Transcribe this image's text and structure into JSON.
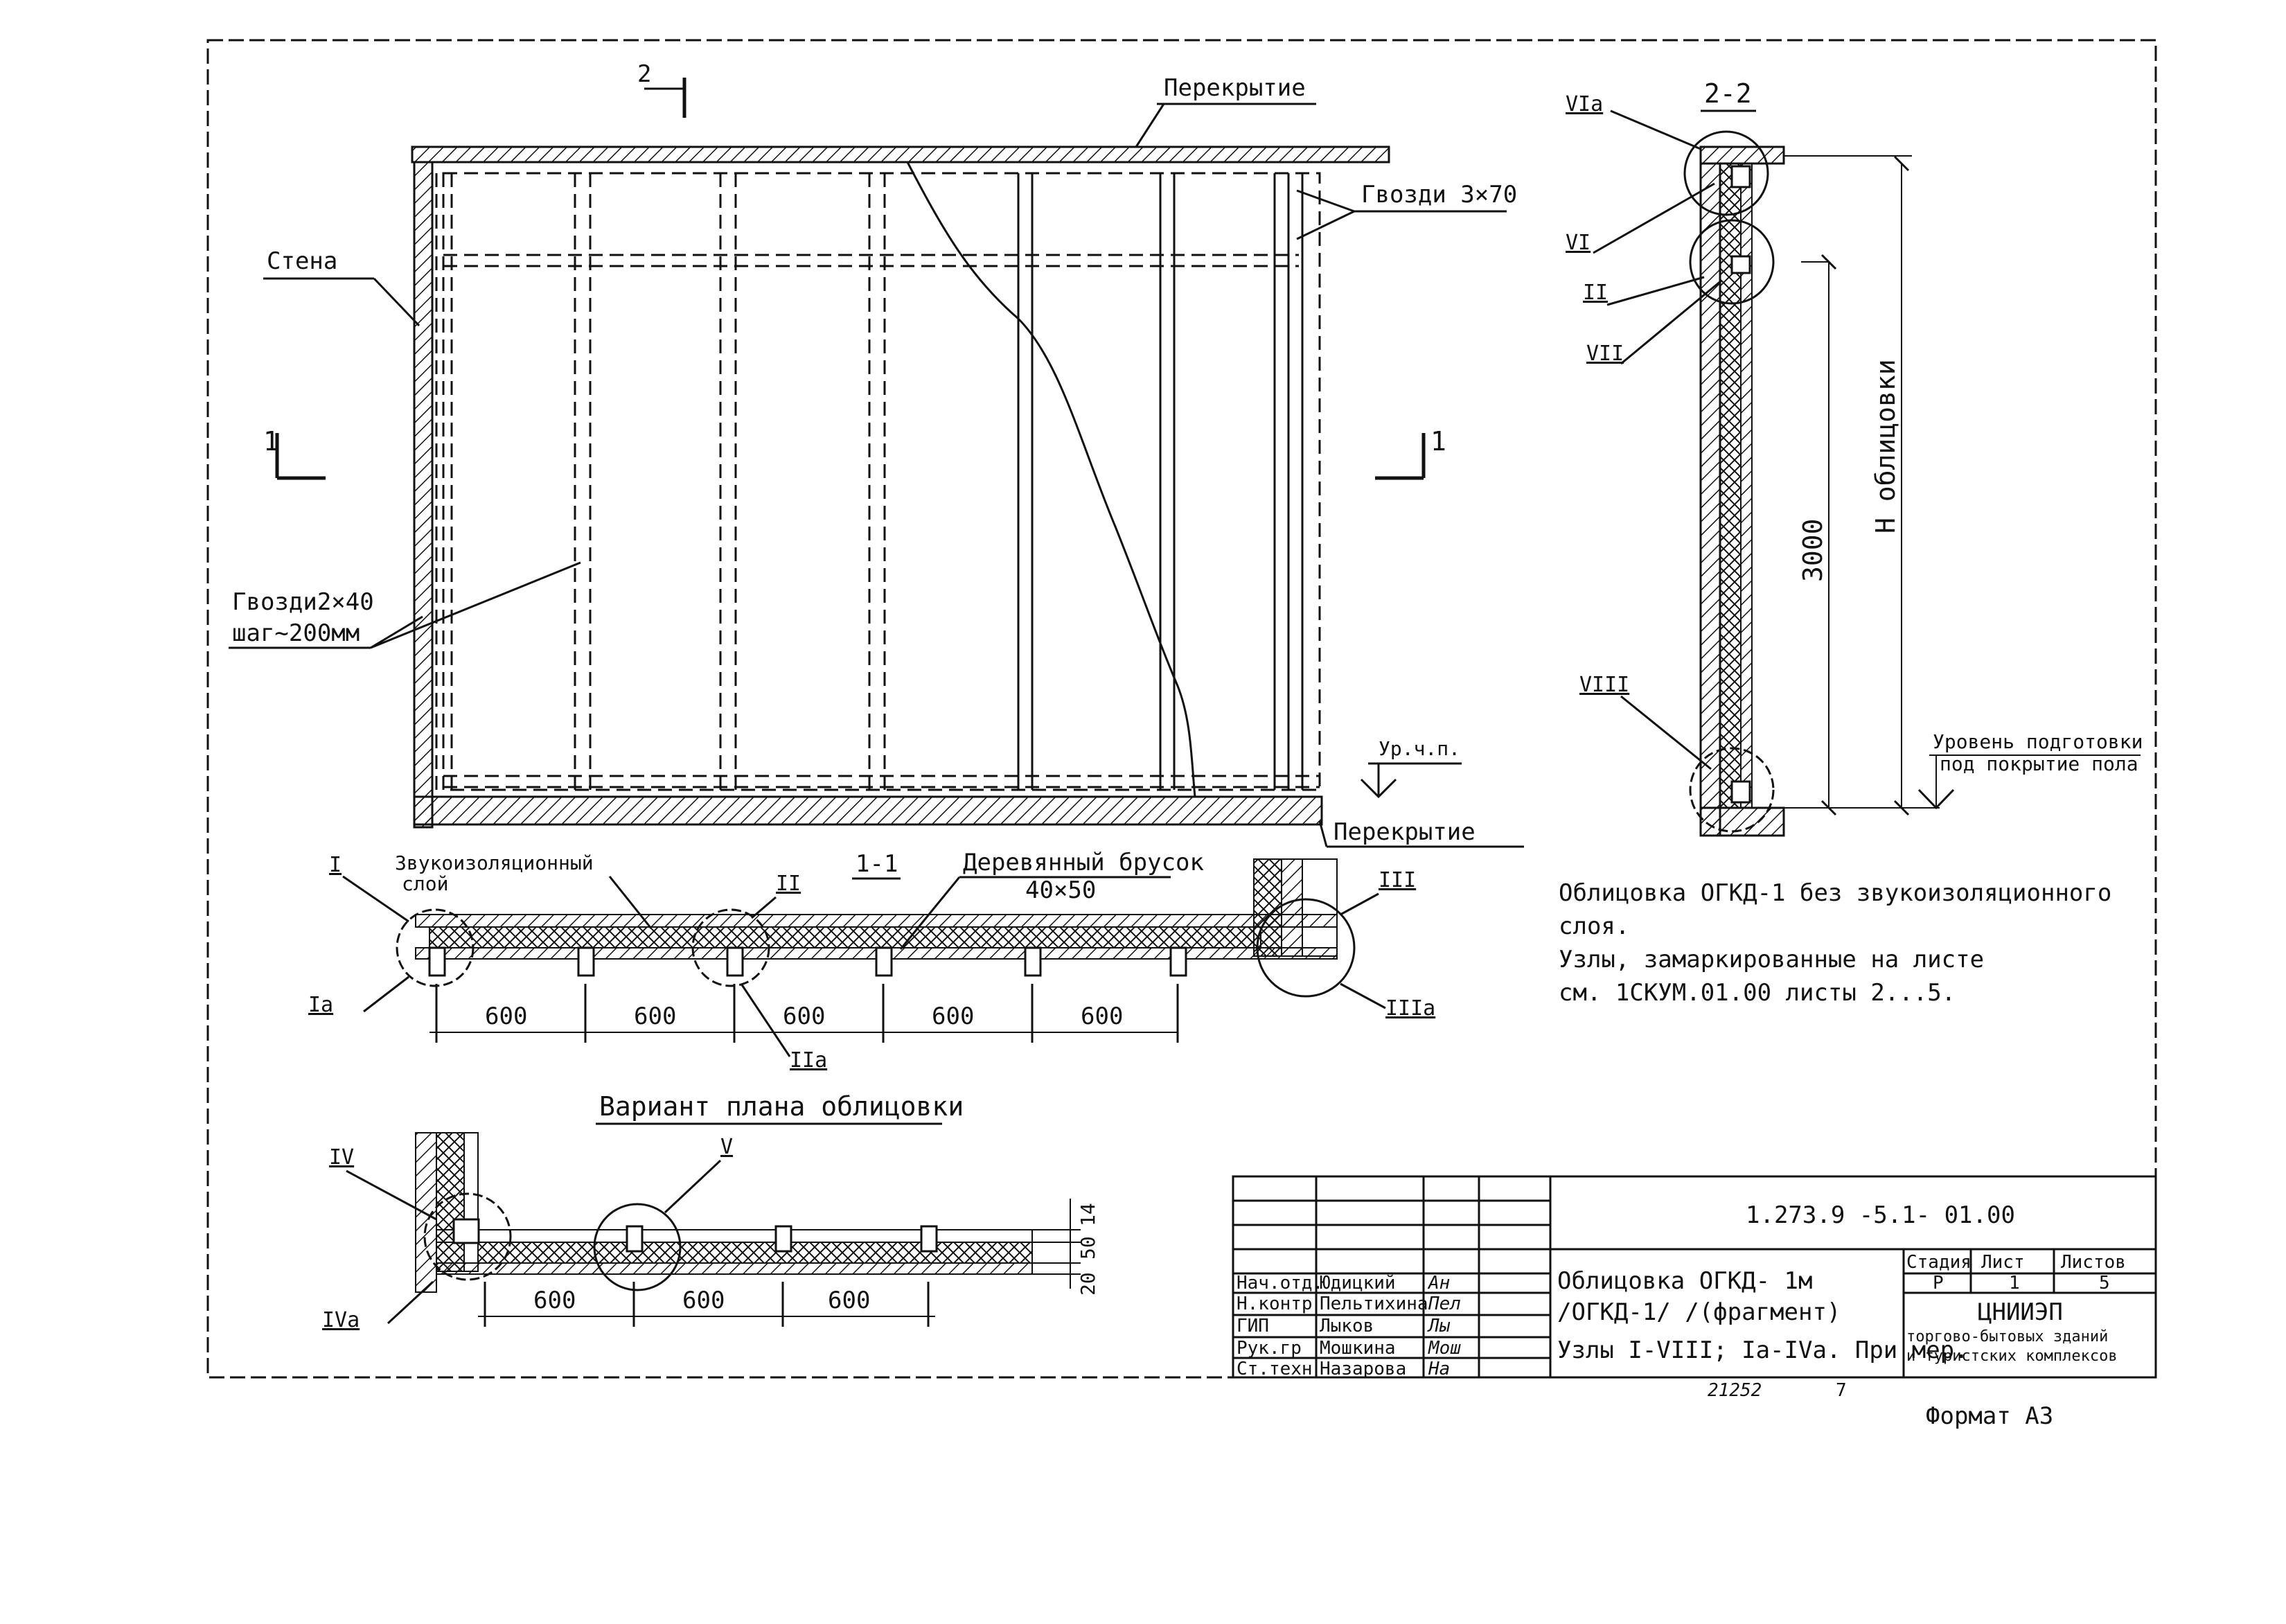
{
  "labels": {
    "overlap_top": "Перекрытие",
    "overlap_bottom": "Перекрытие",
    "wall": "Стена",
    "nails_top": "Гвозди 3×70",
    "nails_left_1": "Гвозди2×40",
    "nails_left_2": "шаг~200мм",
    "floor_level": "Ур.ч.п.",
    "section_11_left": "1",
    "section_11_right": "1",
    "section_22_mark": "2",
    "sound_layer_1": "Звукоизоляционный",
    "sound_layer_2": "слой",
    "section_11_title": "1-1",
    "timber_1": "Деревянный брусок",
    "timber_2": "40×50",
    "variant_title": "Вариант плана облицовки",
    "section_22_title": "2-2",
    "height_3000": "3000",
    "h_cladding": "Н облицовки",
    "prep_level_1": "Уровень подготовки",
    "prep_level_2": "под покрытие пола",
    "dim_20": "20",
    "dim_50": "50",
    "dim_14": "14",
    "format": "Формат А3",
    "doc_number_small": "21252",
    "page_small": "7"
  },
  "dimensions_plan": [
    "600",
    "600",
    "600",
    "600",
    "600"
  ],
  "dimensions_variant": [
    "600",
    "600",
    "600"
  ],
  "nodes": {
    "I": "I",
    "Ia": "Iа",
    "II": "II",
    "IIa": "IIа",
    "III": "III",
    "IIIa": "IIIа",
    "IV": "IV",
    "IVa": "IVа",
    "V": "V",
    "VIa": "VIа",
    "VI": "VI",
    "II_s": "II",
    "VII": "VII",
    "VIII": "VIII"
  },
  "note": {
    "line1": "Облицовка ОГКД-1 без звукоизоляционного",
    "line2": "слоя.",
    "line3": "Узлы, замаркированные на листе",
    "line4": "см. 1СКУМ.01.00     листы 2...5."
  },
  "title_block": {
    "code": "1.273.9 -5.1- 01.00",
    "roles": [
      "Нач.отд.",
      "Н.контр",
      "ГИП",
      "Рук.гр",
      "Ст.техн"
    ],
    "names": [
      "Юдицкий",
      "Пельтихина",
      "Лыков",
      "Мошкина",
      "Назарова"
    ],
    "sign_marks": [
      "Ан",
      "Пел",
      "Лы",
      "Мош",
      "На"
    ],
    "title_1": "Облицовка ОГКД- 1м",
    "title_2": "/ОГКД-1/ /(фрагмент)",
    "title_3": "Узлы I-VIII; Iа-IVа. При мер.",
    "stage_label": "Стадия",
    "sheet_label": "Лист",
    "sheets_label": "Листов",
    "stage": "Р",
    "sheet": "1",
    "sheets": "5",
    "org_1": "ЦНИИЭП",
    "org_2": "торгово-бытовых зданий",
    "org_3": "и туристских комплексов"
  }
}
